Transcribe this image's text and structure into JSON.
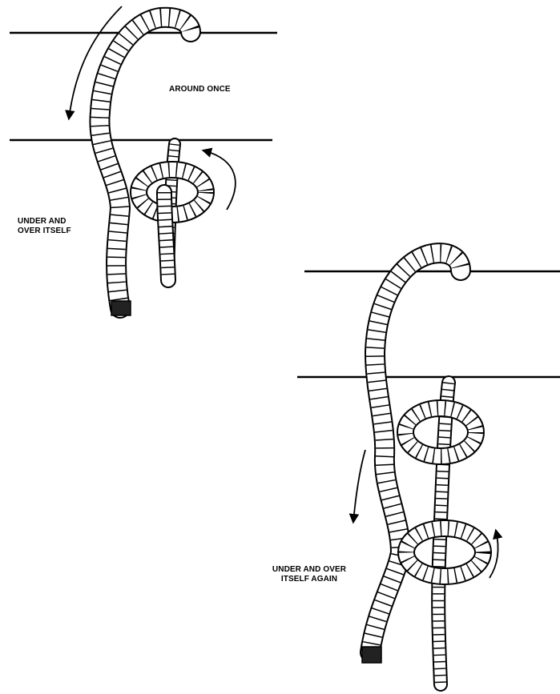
{
  "labels": {
    "around_once": "AROUND ONCE",
    "under_and_over_itself": [
      "UNDER AND",
      "OVER ITSELF"
    ],
    "under_and_over_itself_again": [
      "UNDER AND OVER",
      "ITSELF AGAIN"
    ]
  },
  "colors": {
    "ink": "#000000",
    "rope": "#ffffff",
    "background": "#ffffff"
  }
}
